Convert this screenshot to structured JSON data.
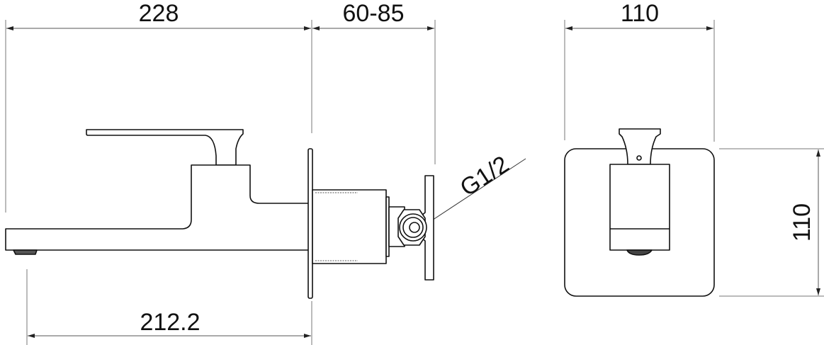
{
  "title": "Wall-mounted faucet dimension drawing",
  "dimensions": {
    "overall_length": "228",
    "wall_depth": "60-85",
    "spout_reach": "212.2",
    "plate_width": "110",
    "plate_height": "110",
    "thread": "G1/2"
  },
  "colors": {
    "line": "#111111",
    "dimension_line": "#555555",
    "background": "#ffffff"
  }
}
